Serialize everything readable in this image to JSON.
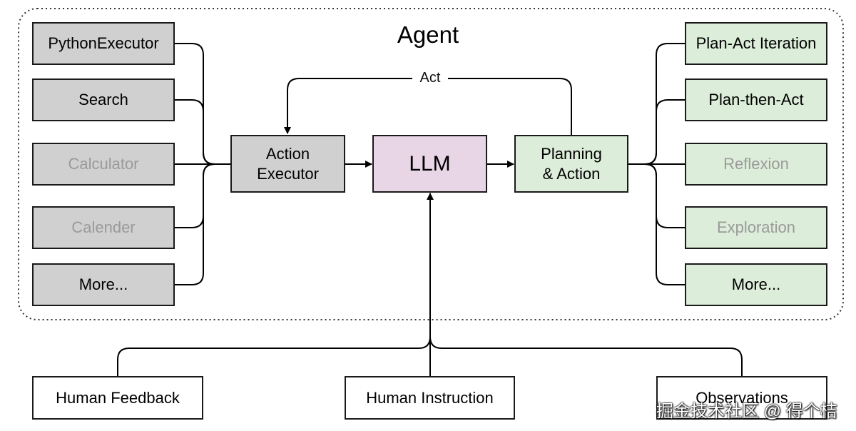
{
  "agent": {
    "title": "Agent",
    "act_label": "Act"
  },
  "tools": [
    {
      "label": "PythonExecutor",
      "muted": false
    },
    {
      "label": "Search",
      "muted": false
    },
    {
      "label": "Calculator",
      "muted": true
    },
    {
      "label": "Calender",
      "muted": true
    },
    {
      "label": "More...",
      "muted": false
    }
  ],
  "strategies": [
    {
      "label": "Plan-Act Iteration",
      "muted": false
    },
    {
      "label": "Plan-then-Act",
      "muted": false
    },
    {
      "label": "Reflexion",
      "muted": true
    },
    {
      "label": "Exploration",
      "muted": true
    },
    {
      "label": "More...",
      "muted": false
    }
  ],
  "core": {
    "executor": "Action\nExecutor",
    "llm": "LLM",
    "planning": "Planning\n& Action"
  },
  "inputs": {
    "feedback": "Human Feedback",
    "instruction": "Human Instruction",
    "observations": "Observations"
  },
  "watermark": "掘金技术社区 @ 得个桔",
  "colors": {
    "tool_fill": "#d0d0d0",
    "strategy_fill": "#dcedd9",
    "llm_fill": "#e8d5e6",
    "muted_text": "#9a9a9a"
  }
}
